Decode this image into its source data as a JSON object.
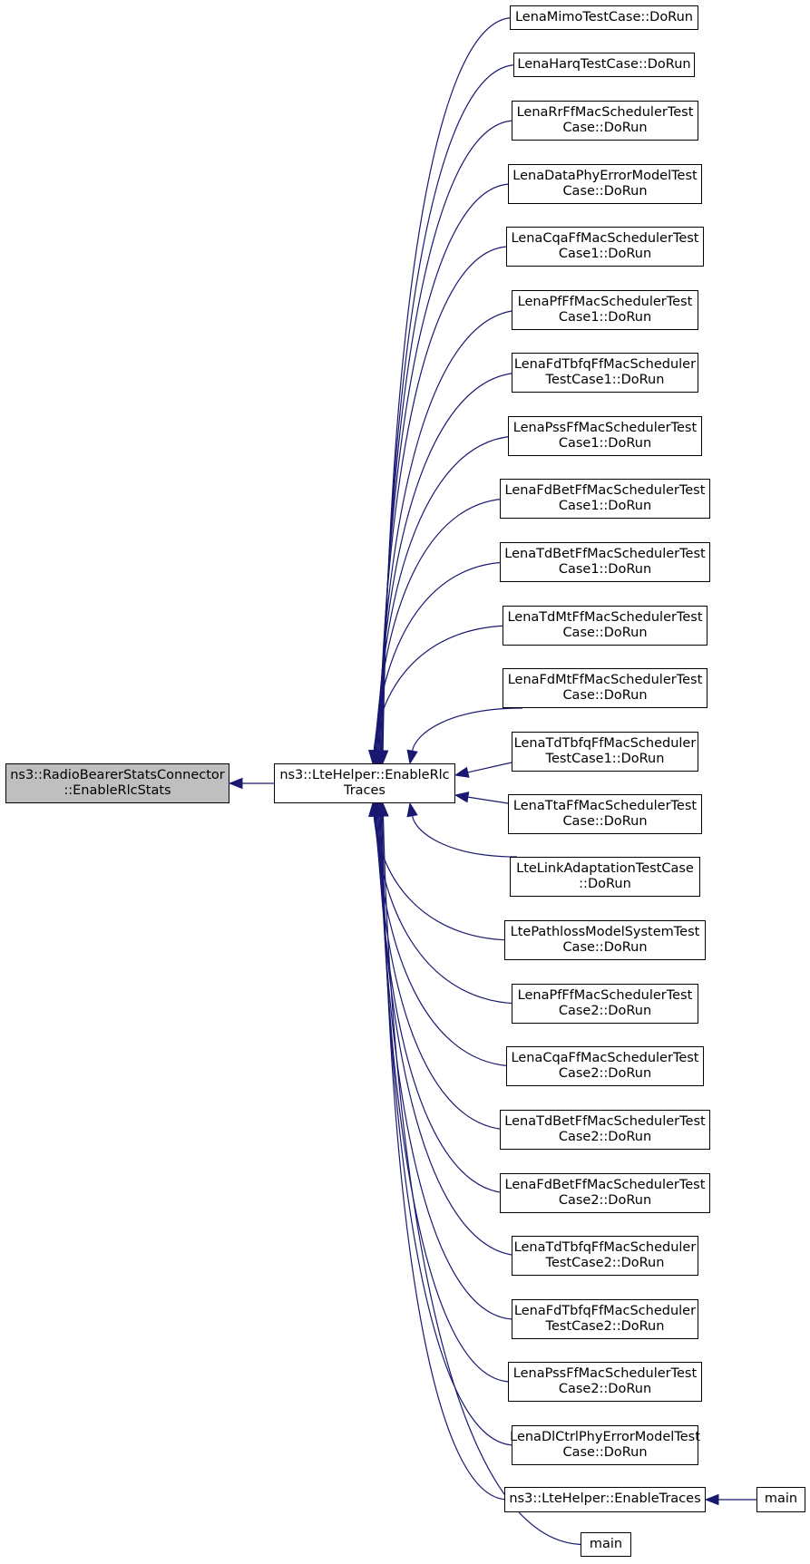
{
  "graph": {
    "edge_color": "#191970",
    "node_border_color": "#000000",
    "focus_fill": "#bfbfbf",
    "root": "ns3::RadioBearerStatsConnector\n::EnableRlcStats",
    "hub": "ns3::LteHelper::EnableRlc\nTraces",
    "callers": [
      "LenaMimoTestCase::DoRun",
      "LenaHarqTestCase::DoRun",
      "LenaRrFfMacSchedulerTest\nCase::DoRun",
      "LenaDataPhyErrorModelTest\nCase::DoRun",
      "LenaCqaFfMacSchedulerTest\nCase1::DoRun",
      "LenaPfFfMacSchedulerTest\nCase1::DoRun",
      "LenaFdTbfqFfMacScheduler\nTestCase1::DoRun",
      "LenaPssFfMacSchedulerTest\nCase1::DoRun",
      "LenaFdBetFfMacSchedulerTest\nCase1::DoRun",
      "LenaTdBetFfMacSchedulerTest\nCase1::DoRun",
      "LenaTdMtFfMacSchedulerTest\nCase::DoRun",
      "LenaFdMtFfMacSchedulerTest\nCase::DoRun",
      "LenaTdTbfqFfMacScheduler\nTestCase1::DoRun",
      "LenaTtaFfMacSchedulerTest\nCase::DoRun",
      "LteLinkAdaptationTestCase\n::DoRun",
      "LtePathlossModelSystemTest\nCase::DoRun",
      "LenaPfFfMacSchedulerTest\nCase2::DoRun",
      "LenaCqaFfMacSchedulerTest\nCase2::DoRun",
      "LenaTdBetFfMacSchedulerTest\nCase2::DoRun",
      "LenaFdBetFfMacSchedulerTest\nCase2::DoRun",
      "LenaTdTbfqFfMacScheduler\nTestCase2::DoRun",
      "LenaFdTbfqFfMacScheduler\nTestCase2::DoRun",
      "LenaPssFfMacSchedulerTest\nCase2::DoRun",
      "LenaDlCtrlPhyErrorModelTest\nCase::DoRun",
      "ns3::LteHelper::EnableTraces",
      "main"
    ],
    "enable_traces_caller": "main"
  }
}
